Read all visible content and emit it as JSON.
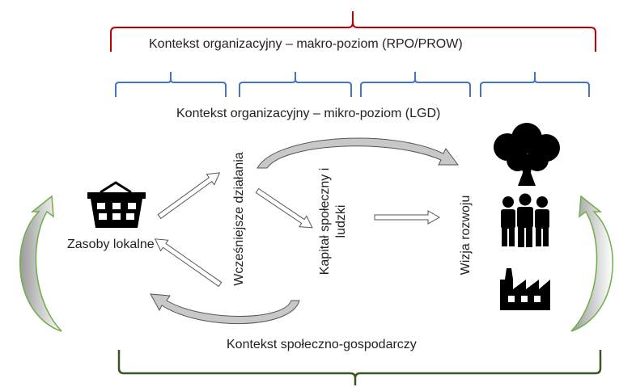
{
  "macro_label": "Kontekst organizacyjny – makro-poziom (RPO/PROW)",
  "micro_label": "Kontekst organizacyjny – mikro-poziom (LGD)",
  "socio_label": "Kontekst społeczno-gospodarczy",
  "resources_label": "Zasoby lokalne",
  "prior_actions_label": "Wcześniejsze działania",
  "capital_label_line1": "Kapitał społeczny i",
  "capital_label_line2": "ludzki",
  "vision_label": "Wizja rozwoju",
  "colors": {
    "macro_bracket": "#c00000",
    "micro_bracket": "#4472c4",
    "socio_bracket": "#385723",
    "feedback_arrow": "#70ad47",
    "arrow_fill": "#c8c8c8",
    "icon": "#000000"
  },
  "icons": [
    "basket-icon",
    "tree-icon",
    "people-icon",
    "factory-icon"
  ]
}
